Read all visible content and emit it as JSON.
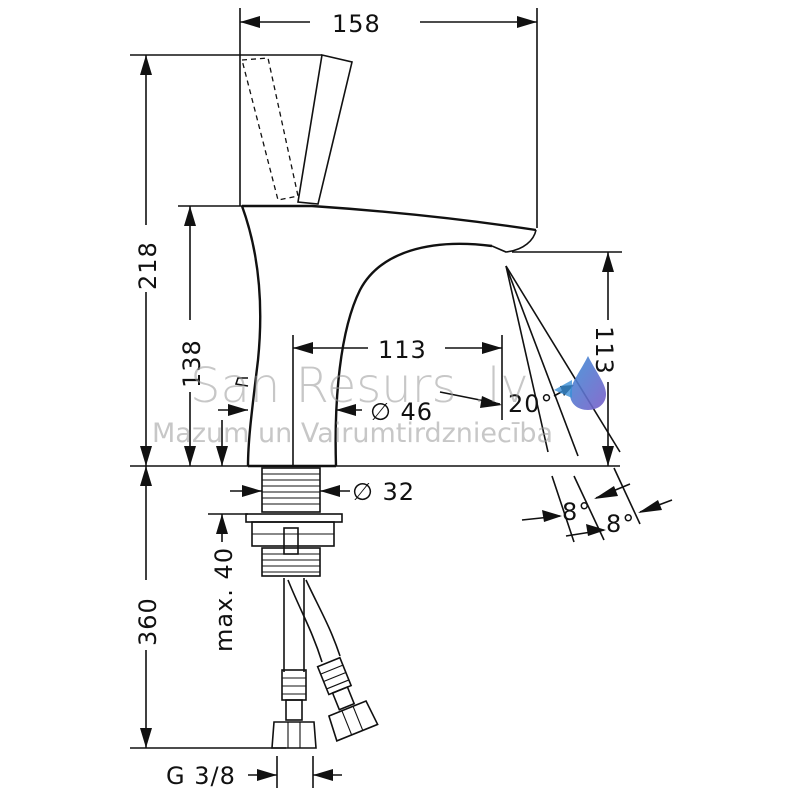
{
  "dimensions": {
    "width_top": "158",
    "height_total": "218",
    "height_body": "138",
    "reach": "113",
    "spout_height": "113",
    "base_diameter": "∅ 46",
    "shank_diameter": "∅ 32",
    "spray_angle": "20°",
    "angle_left": "8°",
    "angle_right": "8°",
    "hose_length": "360",
    "max_thickness": "max. 40",
    "thread": "G 3/8"
  },
  "watermark": {
    "title": "San Resurs .lv",
    "subtitle": "Mazum un Vairumtirdzniecība",
    "logo_icon": "water-drop-icon",
    "colors": {
      "drop_blue": "#3b8fd6",
      "drop_purple": "#7a5cc8",
      "text_gray": "#9a9a9a"
    }
  }
}
